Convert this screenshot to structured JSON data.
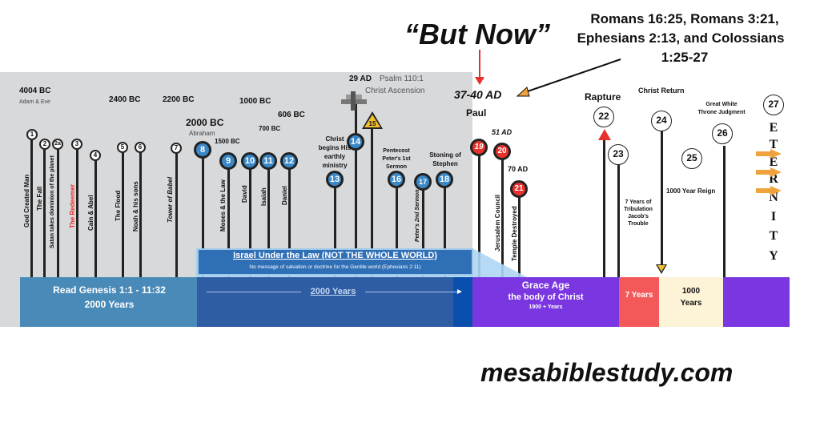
{
  "header": {
    "but_now": "“But Now”",
    "references_line1": "Romans 16:25, Romans 3:21,",
    "references_line2": "Ephesians 2:13, and Colossians",
    "references_line3": "1:25-27",
    "range_label": "37-40 AD",
    "paul_label": "Paul"
  },
  "dates": {
    "d4004": "4004 BC",
    "d4004_sub": "Adam & Eve",
    "d2400": "2400 BC",
    "d2200": "2200 BC",
    "d2000": "2000 BC",
    "d2000_sub": "Abraham",
    "d1500": "1500 BC",
    "d1000": "1000 BC",
    "d700": "700 BC",
    "d606": "606 BC",
    "d29": "29 AD",
    "psalm": "Psalm 110:1",
    "ascension": "Christ Ascension",
    "d51": "51 AD",
    "d70": "70 AD"
  },
  "markers": {
    "m1": "1",
    "m2": "2",
    "m2a": "2a",
    "m3": "3",
    "m4": "4",
    "m5": "5",
    "m6": "6",
    "m7": "7",
    "m8": "8",
    "m9": "9",
    "m10": "10",
    "m11": "11",
    "m12": "12",
    "m13": "13",
    "m14": "14",
    "m15": "15",
    "m16": "16",
    "m17": "17",
    "m18": "18",
    "m19": "19",
    "m20": "20",
    "m21": "21",
    "m22": "22",
    "m23": "23",
    "m24": "24",
    "m25": "25",
    "m26": "26",
    "m27": "27"
  },
  "events": {
    "e1": "God Created Man",
    "e2": "The Fall",
    "e2a": "Satan takes dominion of the planet",
    "e3": "The Redeemer",
    "e4": "Cain & Abel",
    "e5": "The Flood",
    "e6": "Noah & his sons",
    "e7": "Tower of Babel",
    "e9": "Moses & the Law",
    "e10": "David",
    "e11": "Isaiah",
    "e12": "Daniel",
    "e13_l1": "Christ",
    "e13_l2": "begins His",
    "e13_l3": "earthly",
    "e13_l4": "ministry",
    "e16_l1": "Pentecost",
    "e16_l2": "Peter's 1st",
    "e16_l3": "Sermon",
    "e17": "Peter's 2nd Sermon",
    "e18_l1": "Stoning of",
    "e18_l2": "Stephen",
    "e20": "Jerusalem Council",
    "e21": "Temple Destroyed",
    "rapture": "Rapture",
    "christ_return": "Christ Return",
    "gwt_l1": "Great White",
    "gwt_l2": "Throne Judgment",
    "trib_l1": "7 Years of",
    "trib_l2": "Tribulation",
    "trib_l3": "Jacob's",
    "trib_l4": "Trouble",
    "reign": "1000 Year Reign"
  },
  "eternity_letters": [
    "E",
    "T",
    "E",
    "R",
    "N",
    "I",
    "T",
    "Y"
  ],
  "israel_box": {
    "title": "Israel Under the Law (NOT THE WHOLE WORLD)",
    "subtitle": "No message of salvation or doctrine for the Gentile world  (Ephesians 2:11)"
  },
  "bands": {
    "genesis_l1": "Read Genesis 1:1 - 11:32",
    "genesis_l2": "2000 Years",
    "israel_years": "2000 Years",
    "grace_l1": "Grace Age",
    "grace_l2": "the body of Christ",
    "grace_l3": "1900 + Years",
    "seven_years": "7 Years",
    "thousand_l1": "1000",
    "thousand_l2": "Years"
  },
  "footer": {
    "site": "mesabiblestudy.com"
  },
  "colors": {
    "genesis_band": "#4a8ab8",
    "israel_band": "#2e5da3",
    "israel_edge": "#0b4fae",
    "grace_band": "#7a36e0",
    "trib_band": "#f4595a",
    "millennium_band": "#fdf3d6",
    "eternity_band": "#7a36e0",
    "marker_blue": "#3a88c8",
    "marker_red": "#e8312c",
    "panel_gray": "#d8d9db",
    "arrow_orange": "#f0a33c"
  }
}
